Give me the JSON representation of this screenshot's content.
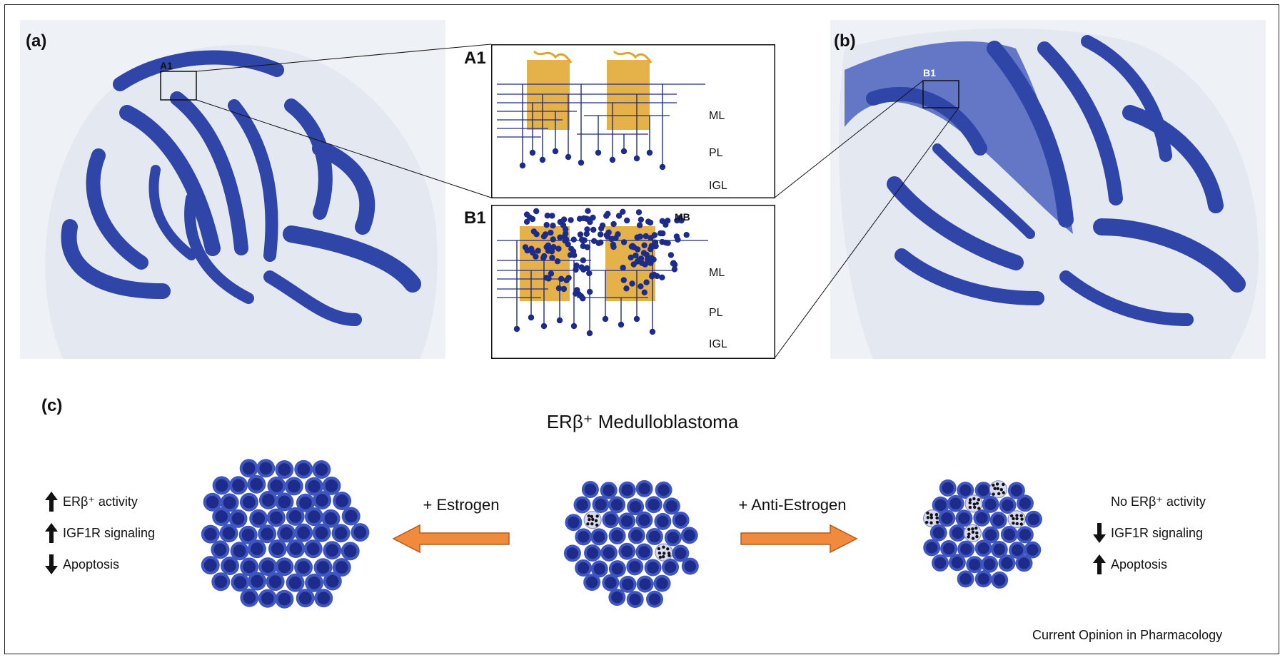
{
  "panel_a": {
    "letter": "(a)",
    "inset_label": "A1"
  },
  "panel_b": {
    "letter": "(b)",
    "inset_label": "B1"
  },
  "inset_a1": {
    "title": "A1",
    "layers": [
      "ML",
      "PL",
      "IGL"
    ]
  },
  "inset_b1": {
    "title": "B1",
    "tumor_label": "MB",
    "layers": [
      "ML",
      "PL",
      "IGL"
    ]
  },
  "panel_c": {
    "letter": "(c)",
    "title": "ERβ⁺ Medulloblastoma",
    "left_arrow_label": "+ Estrogen",
    "right_arrow_label": "+ Anti-Estrogen",
    "left_effects": [
      {
        "dir": "up",
        "text": "ERβ⁺ activity"
      },
      {
        "dir": "up",
        "text": "IGF1R signaling"
      },
      {
        "dir": "down",
        "text": "Apoptosis"
      }
    ],
    "right_effects": [
      {
        "dir": "none",
        "text": "No ERβ⁺ activity"
      },
      {
        "dir": "down",
        "text": "IGF1R signaling"
      },
      {
        "dir": "up",
        "text": "Apoptosis"
      }
    ]
  },
  "credit": "Current Opinion in Pharmacology",
  "colors": {
    "stain": "#2f45a8",
    "tissue": "#e8ecf2",
    "purkinje": "#e0a52a",
    "cell": "#1d2b8a",
    "cell_ring": "#3f55c0",
    "arrow": "#f08a3c"
  }
}
